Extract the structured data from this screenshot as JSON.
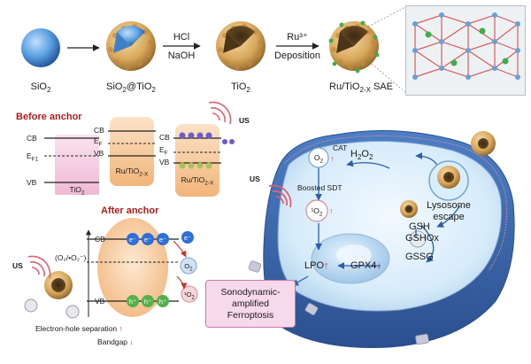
{
  "synthesis": {
    "sio2": "SiO",
    "sio2_sub": "2",
    "sio2_tio2": "SiO",
    "sio2_tio2_sub1": "2",
    "sio2_tio2_mid": "@TiO",
    "sio2_tio2_sub2": "2",
    "tio2": "TiO",
    "tio2_sub": "2",
    "product": "Ru/TiO",
    "product_sub": "2-X",
    "product_suffix": " SAE",
    "step1_top": "HCl",
    "step1_bottom": "NaOH",
    "step2_top": "Ru³⁺",
    "step2_bottom": "Deposition"
  },
  "before_anchor": {
    "title": "Before anchor",
    "cb": "CB",
    "ef1": "E",
    "ef1_sub": "F1",
    "vb": "VB",
    "tio2": "TiO",
    "tio2_sub": "2",
    "cb2": "CB",
    "ef2": "E",
    "ef2_sub": "F",
    "vb2": "VB",
    "ru_tio2": "Ru/TiO",
    "ru_tio2_sub": "2-X",
    "us": "US",
    "cb3": "CB",
    "ef3": "E",
    "ef3_sub": "F",
    "vb3": "VB",
    "ru_tio2_b": "Ru/TiO",
    "ru_tio2_b_sub": "2-X"
  },
  "after_anchor": {
    "title": "After anchor",
    "cb": "CB",
    "vb": "VB",
    "electron": "e⁻",
    "hole": "h⁺",
    "us": "US",
    "o2": "O",
    "o2_sub": "2",
    "singlet": "¹O",
    "singlet_sub": "2",
    "radicals": "(O₂/•O₂⁻)",
    "separation": "Electron-hole separation",
    "bandgap": "Bandgap",
    "up_arrow": "↑",
    "down_arrow": "↓"
  },
  "cell": {
    "cat": "CAT",
    "o2": "O",
    "o2_sub": "2",
    "h2o2": "H",
    "h2o2_sub1": "2",
    "h2o2_mid": "O",
    "h2o2_sub2": "2",
    "us": "US",
    "boosted": "Boosted SDT",
    "singlet": "¹O",
    "singlet_sub": "2",
    "lysosome": "Lysosome",
    "escape": "escape",
    "gsh": "GSH",
    "gshox": "GSHOx",
    "gssg": "GSSG",
    "gpx4": "GPX4",
    "lpo": "LPO",
    "up_arrow": "↑",
    "down_arrow": "↓",
    "callout_line1": "Sonodynamic-",
    "callout_line2": "amplified",
    "callout_line3": "Ferroptosis"
  },
  "colors": {
    "sphere_blue": "#5a9fe0",
    "shell_gold": "#d9a85c",
    "title_red": "#b31b1b",
    "band_pink": "#f4c9dd",
    "band_peach": "#f7c79b",
    "cell_blue": "#3f73b8",
    "cytoplasm": "#cfe6f7",
    "membrane": "#8a8fb8",
    "electron_blue": "#2f6fd6",
    "hole_green": "#56b04a"
  }
}
